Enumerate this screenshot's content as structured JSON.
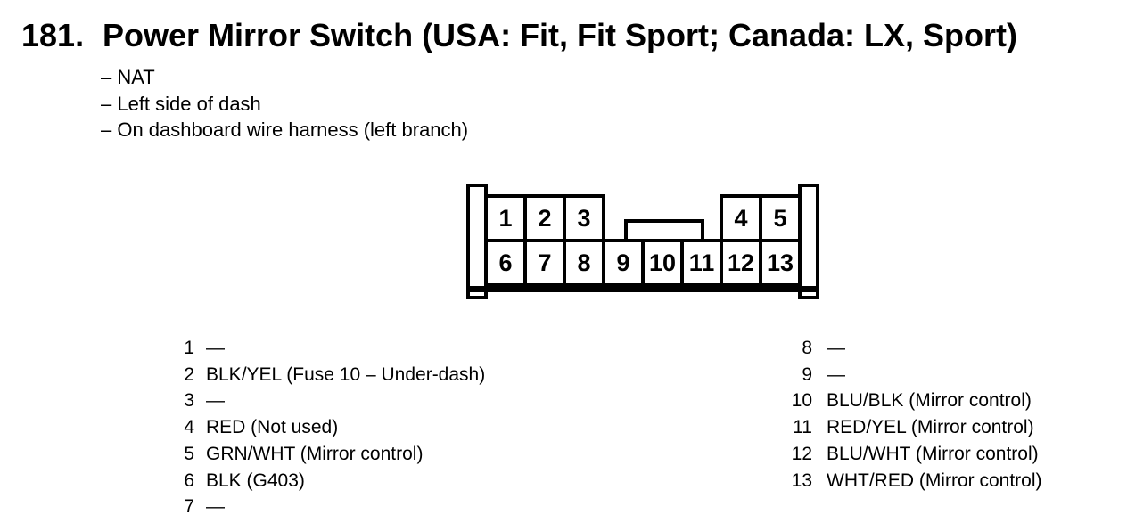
{
  "header": {
    "title_number": "181.",
    "title": "Power Mirror Switch (USA: Fit, Fit Sport; Canada: LX, Sport)"
  },
  "notes": [
    "– NAT",
    "– Left side of dash",
    "– On dashboard wire harness (left branch)"
  ],
  "connector": {
    "description": "13-pin connector cavity view",
    "pin_labels": [
      "1",
      "2",
      "3",
      "4",
      "5",
      "6",
      "7",
      "8",
      "9",
      "10",
      "11",
      "12",
      "13"
    ]
  },
  "pins_left": [
    {
      "num": "1",
      "desc": "—"
    },
    {
      "num": "2",
      "desc": "BLK/YEL (Fuse 10 – Under-dash)"
    },
    {
      "num": "3",
      "desc": "—"
    },
    {
      "num": "4",
      "desc": "RED (Not used)"
    },
    {
      "num": "5",
      "desc": "GRN/WHT (Mirror control)"
    },
    {
      "num": "6",
      "desc": "BLK (G403)"
    },
    {
      "num": "7",
      "desc": "—"
    }
  ],
  "pins_right": [
    {
      "num": "8",
      "desc": "—"
    },
    {
      "num": "9",
      "desc": "—"
    },
    {
      "num": "10",
      "desc": "BLU/BLK (Mirror control)"
    },
    {
      "num": "11",
      "desc": "RED/YEL (Mirror control)"
    },
    {
      "num": "12",
      "desc": "BLU/WHT (Mirror control)"
    },
    {
      "num": "13",
      "desc": "WHT/RED (Mirror control)"
    }
  ],
  "colors": {
    "ink": "#000000",
    "paper": "#ffffff"
  }
}
